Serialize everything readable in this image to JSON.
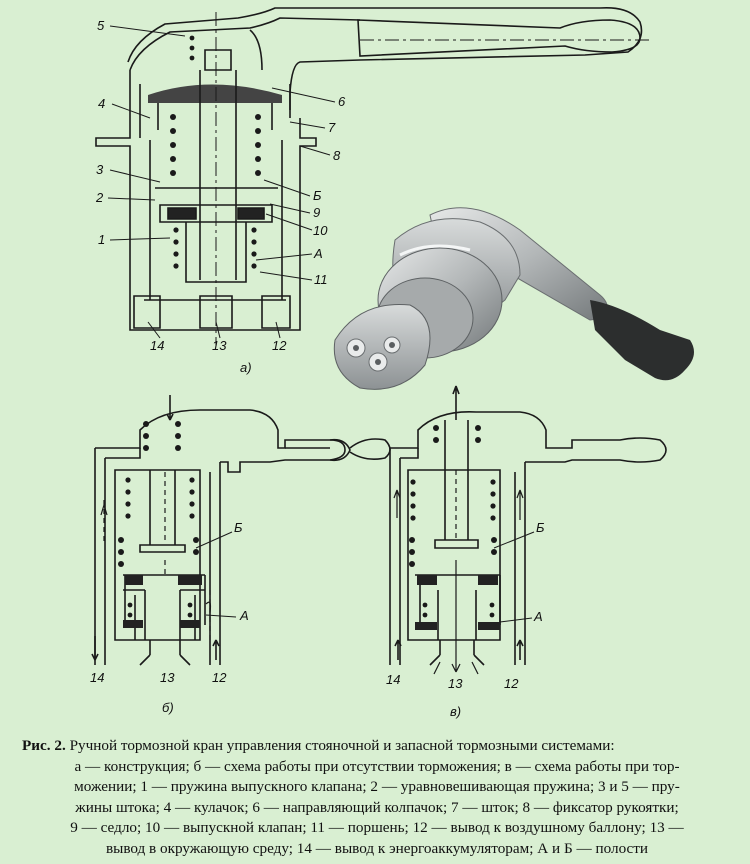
{
  "diagram_a": {
    "label": "а)",
    "callouts": [
      "5",
      "4",
      "3",
      "2",
      "1",
      "6",
      "7",
      "8",
      "Б",
      "9",
      "10",
      "А",
      "11",
      "14",
      "13",
      "12"
    ]
  },
  "diagram_b": {
    "label": "б)",
    "callouts": [
      "Б",
      "А",
      "14",
      "13",
      "12"
    ]
  },
  "diagram_c": {
    "label": "в)",
    "callouts": [
      "Б",
      "А",
      "14",
      "13",
      "12"
    ]
  },
  "colors": {
    "background": "#d9efd2",
    "ink": "#1a1a1a",
    "metal": "#b9bcbd",
    "handle": "#2c2e2e"
  },
  "caption": {
    "title": "Рис. 2.",
    "lines": [
      "Ручной тормозной кран управления стояночной и запасной тормозными системами:",
      "а — конструкция; б — схема работы при отсутствии торможения; в — схема работы при тор-",
      "можении; 1 — пружина выпускного клапана; 2 — уравновешивающая пружина; 3 и 5 — пру-",
      "жины штока; 4 — кулачок; 6 — направляющий колпачок; 7 — шток; 8 — фиксатор рукоятки;",
      "9 — седло; 10 — выпускной клапан; 11 — поршень; 12 — вывод к воздушному баллону; 13 —",
      "вывод в окружающую среду; 14 — вывод к энергоаккумуляторам; А и Б — полости"
    ]
  }
}
